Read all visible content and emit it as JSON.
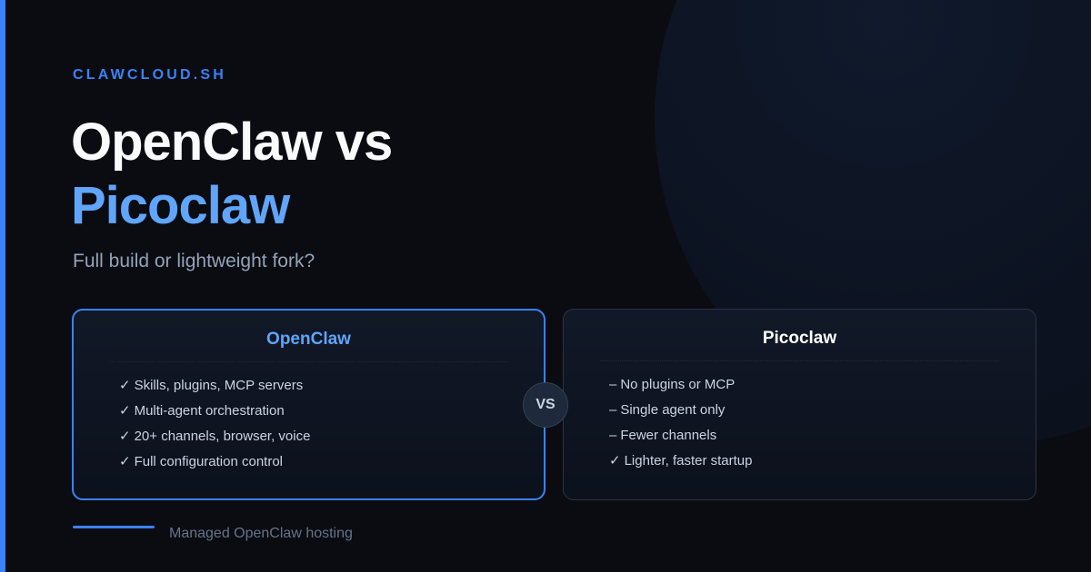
{
  "brand": "CLAWCLOUD.SH",
  "title": {
    "line1": "OpenClaw vs",
    "line2": "Picoclaw"
  },
  "subtitle": "Full build or lightweight fork?",
  "vs_label": "VS",
  "cards": [
    {
      "title": "OpenClaw",
      "highlighted": true,
      "items": [
        {
          "mark": "✓",
          "text": "Skills, plugins, MCP servers"
        },
        {
          "mark": "✓",
          "text": "Multi-agent orchestration"
        },
        {
          "mark": "✓",
          "text": "20+ channels, browser, voice"
        },
        {
          "mark": "✓",
          "text": "Full configuration control"
        }
      ]
    },
    {
      "title": "Picoclaw",
      "highlighted": false,
      "items": [
        {
          "mark": "–",
          "text": "No plugins or MCP"
        },
        {
          "mark": "–",
          "text": "Single agent only"
        },
        {
          "mark": "–",
          "text": "Fewer channels"
        },
        {
          "mark": "✓",
          "text": "Lighter, faster startup"
        }
      ]
    }
  ],
  "footer": {
    "text": "Managed OpenClaw hosting"
  },
  "colors": {
    "accent": "#3b82f6",
    "accent_light": "#60a5fa",
    "background": "#0a0c12",
    "muted": "#94a3b8"
  }
}
